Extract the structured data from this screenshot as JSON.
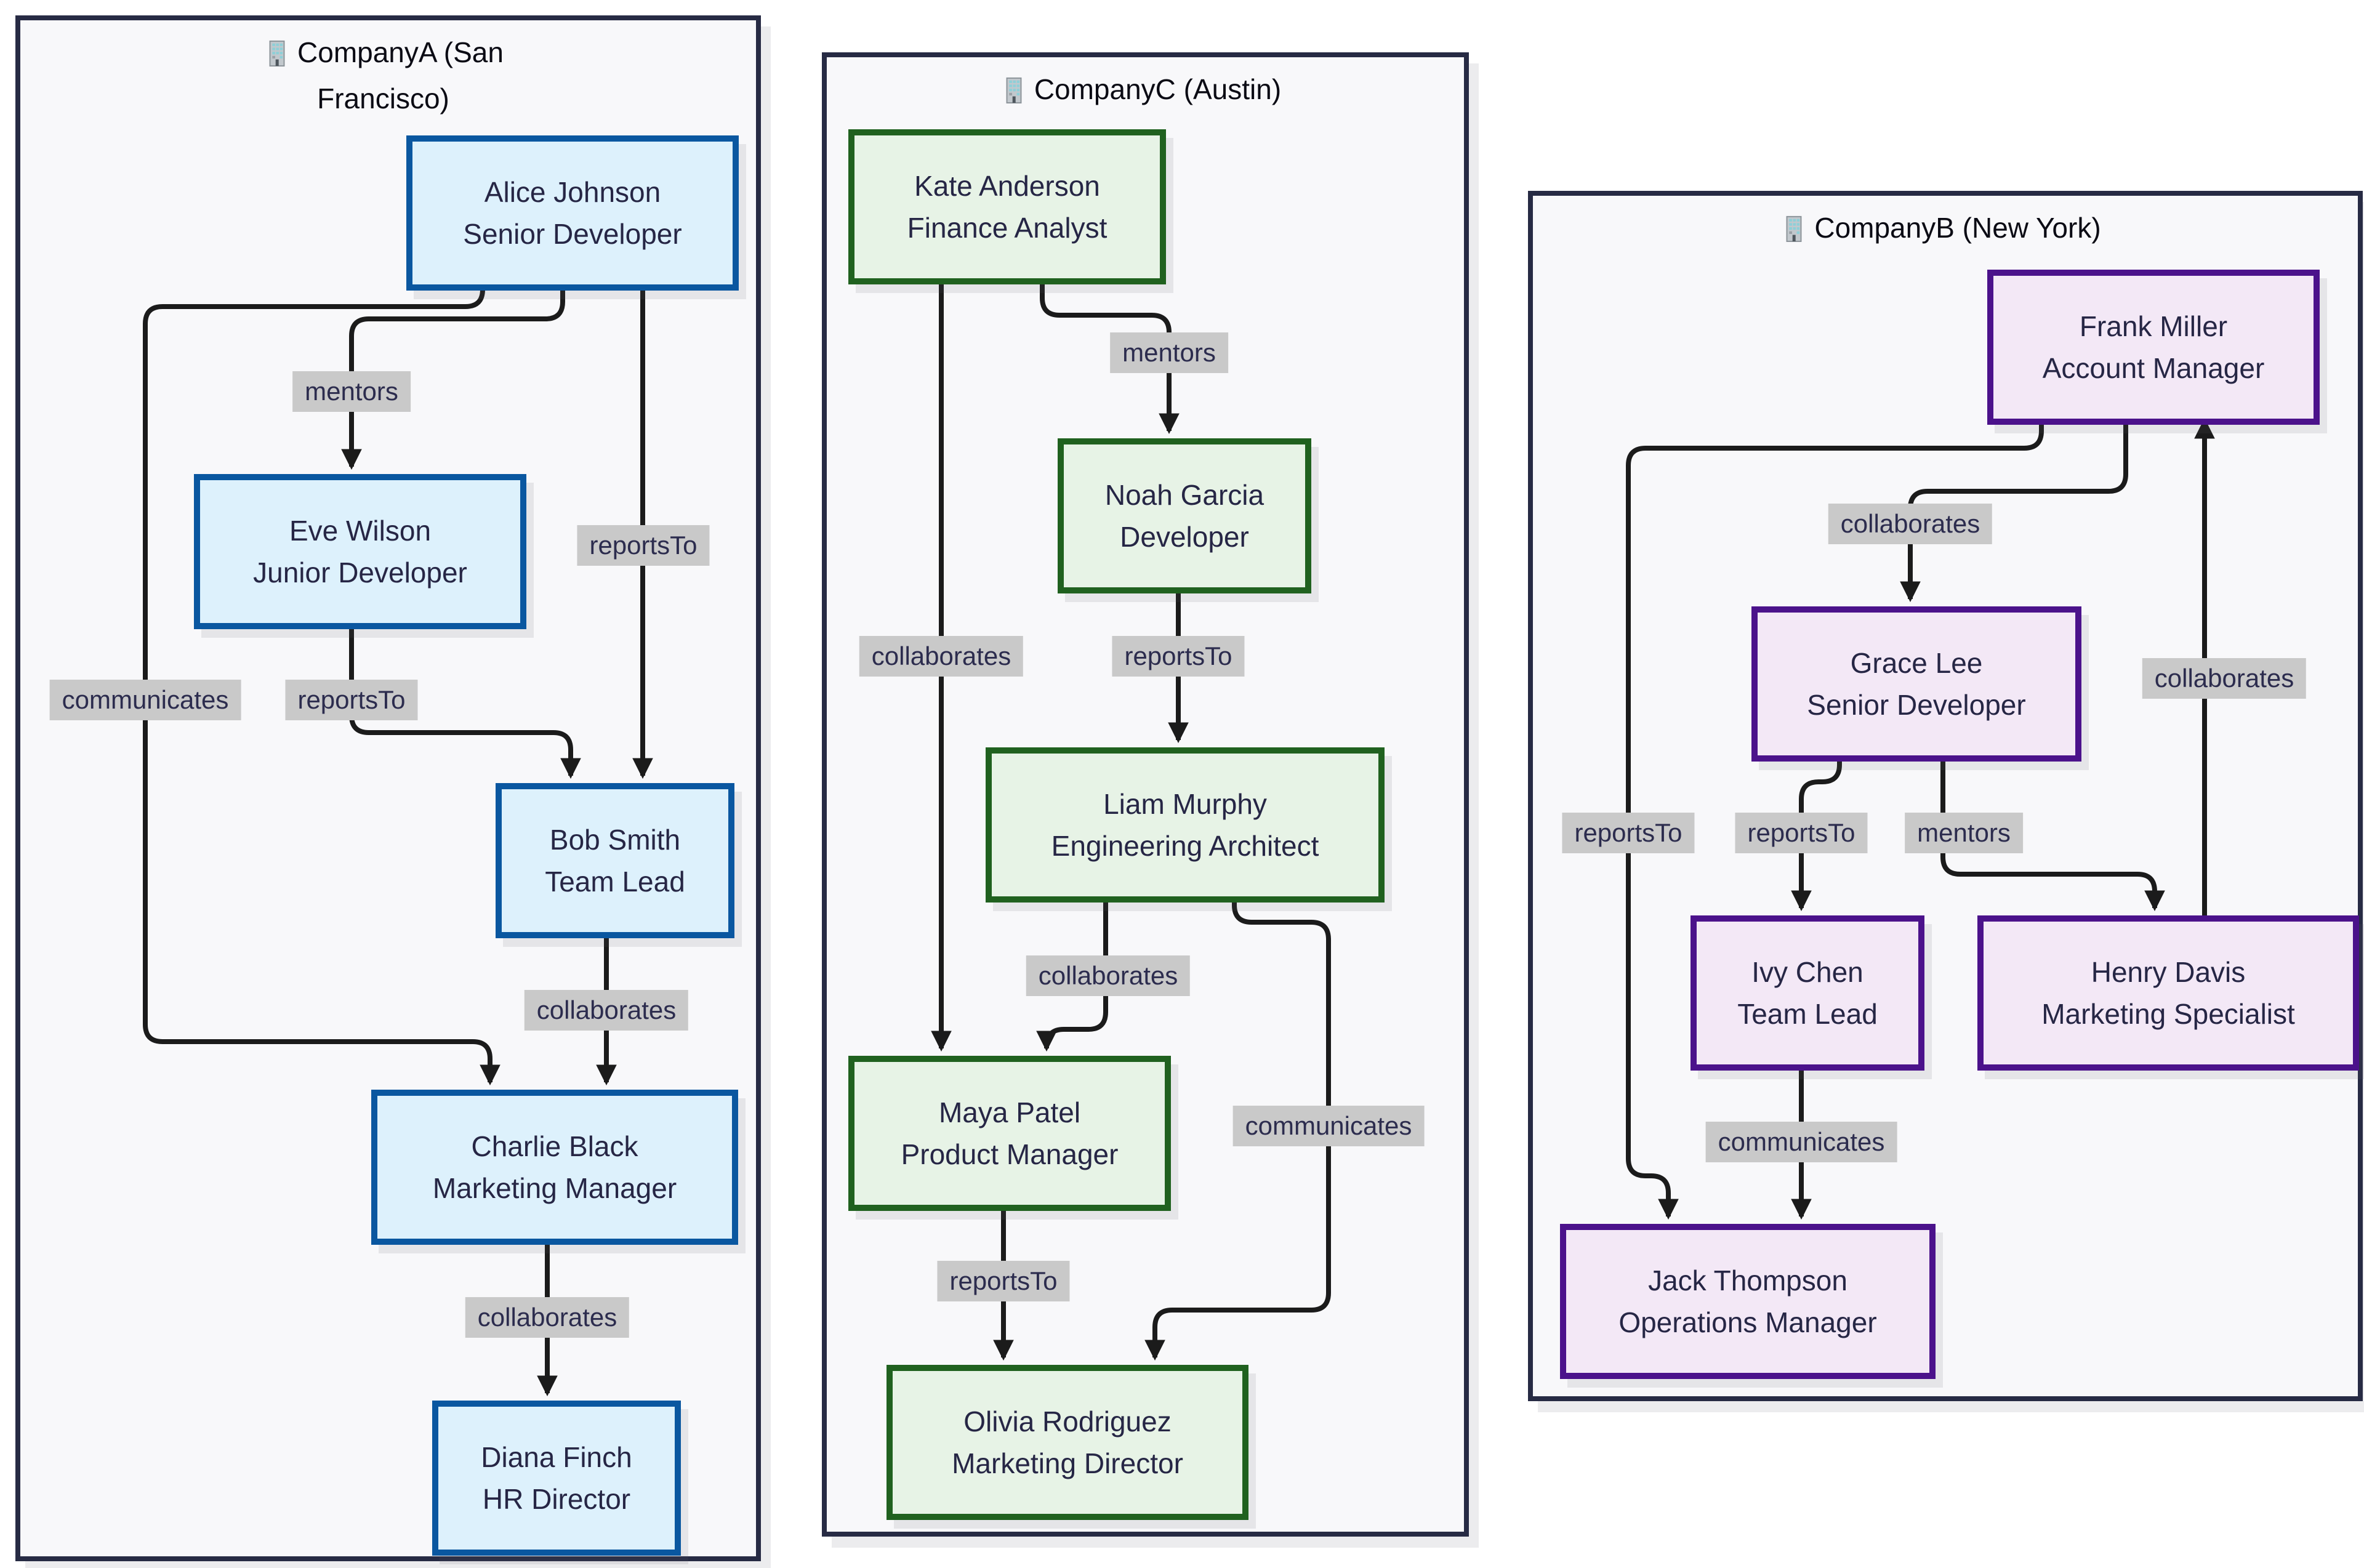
{
  "canvas": {
    "background": "#ffffff",
    "edge_color": "#1b1b1b",
    "edge_label_bg": "#c9c9c9",
    "edge_label_text": "#2c2c4e",
    "container_bg": "#f8f8fa",
    "container_border": "#272b44"
  },
  "companies": [
    {
      "id": "CompanyA",
      "title": "CompanyA (San Francisco)",
      "theme": {
        "node_fill": "#ddf1fc",
        "node_border": "#0a57a0"
      },
      "nodes": [
        {
          "name": "Alice Johnson",
          "role": "Senior Developer"
        },
        {
          "name": "Eve Wilson",
          "role": "Junior Developer"
        },
        {
          "name": "Bob Smith",
          "role": "Team Lead"
        },
        {
          "name": "Charlie Black",
          "role": "Marketing Manager"
        },
        {
          "name": "Diana Finch",
          "role": "HR Director"
        }
      ],
      "edges": [
        {
          "from": "Alice Johnson",
          "to": "Eve Wilson",
          "label": "mentors"
        },
        {
          "from": "Alice Johnson",
          "to": "Bob Smith",
          "label": "reportsTo"
        },
        {
          "from": "Alice Johnson",
          "to": "Charlie Black",
          "label": "communicates"
        },
        {
          "from": "Eve Wilson",
          "to": "Bob Smith",
          "label": "reportsTo"
        },
        {
          "from": "Bob Smith",
          "to": "Charlie Black",
          "label": "collaborates"
        },
        {
          "from": "Charlie Black",
          "to": "Diana Finch",
          "label": "collaborates"
        }
      ]
    },
    {
      "id": "CompanyC",
      "title": "CompanyC (Austin)",
      "theme": {
        "node_fill": "#e7f3e6",
        "node_border": "#20611f"
      },
      "nodes": [
        {
          "name": "Kate Anderson",
          "role": "Finance Analyst"
        },
        {
          "name": "Noah Garcia",
          "role": "Developer"
        },
        {
          "name": "Liam Murphy",
          "role": "Engineering Architect"
        },
        {
          "name": "Maya Patel",
          "role": "Product Manager"
        },
        {
          "name": "Olivia Rodriguez",
          "role": "Marketing Director"
        }
      ],
      "edges": [
        {
          "from": "Kate Anderson",
          "to": "Noah Garcia",
          "label": "mentors"
        },
        {
          "from": "Kate Anderson",
          "to": "Maya Patel",
          "label": "collaborates"
        },
        {
          "from": "Noah Garcia",
          "to": "Liam Murphy",
          "label": "reportsTo"
        },
        {
          "from": "Liam Murphy",
          "to": "Maya Patel",
          "label": "collaborates"
        },
        {
          "from": "Liam Murphy",
          "to": "Olivia Rodriguez",
          "label": "communicates"
        },
        {
          "from": "Maya Patel",
          "to": "Olivia Rodriguez",
          "label": "reportsTo"
        }
      ]
    },
    {
      "id": "CompanyB",
      "title": "CompanyB (New York)",
      "theme": {
        "node_fill": "#f3e8f6",
        "node_border": "#4b128b"
      },
      "nodes": [
        {
          "name": "Frank Miller",
          "role": "Account Manager"
        },
        {
          "name": "Grace Lee",
          "role": "Senior Developer"
        },
        {
          "name": "Ivy Chen",
          "role": "Team Lead"
        },
        {
          "name": "Henry Davis",
          "role": "Marketing Specialist"
        },
        {
          "name": "Jack Thompson",
          "role": "Operations Manager"
        }
      ],
      "edges": [
        {
          "from": "Frank Miller",
          "to": "Grace Lee",
          "label": "collaborates"
        },
        {
          "from": "Frank Miller",
          "to": "Jack Thompson",
          "label": "reportsTo"
        },
        {
          "from": "Grace Lee",
          "to": "Ivy Chen",
          "label": "reportsTo"
        },
        {
          "from": "Grace Lee",
          "to": "Henry Davis",
          "label": "mentors"
        },
        {
          "from": "Henry Davis",
          "to": "Frank Miller",
          "label": "collaborates"
        },
        {
          "from": "Ivy Chen",
          "to": "Jack Thompson",
          "label": "communicates"
        }
      ]
    }
  ]
}
